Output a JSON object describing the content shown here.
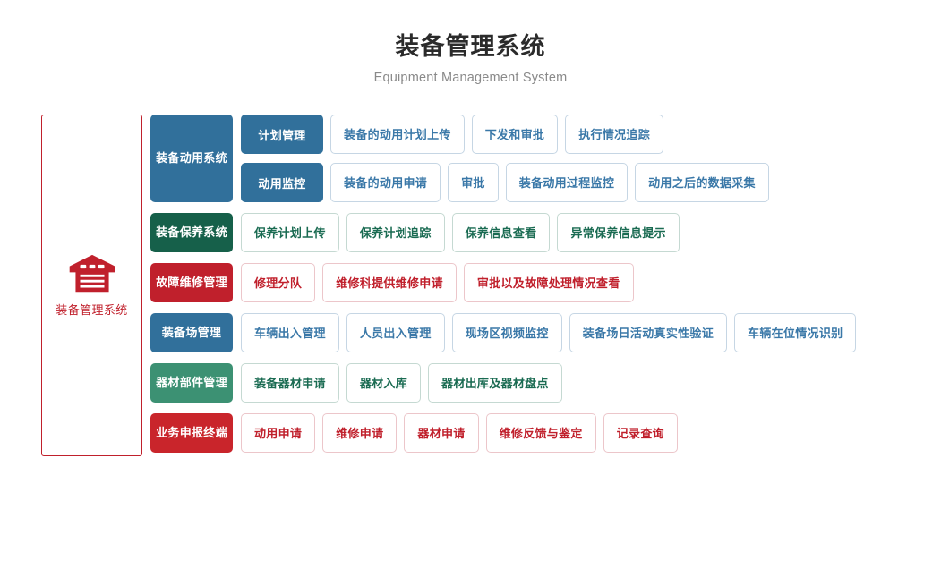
{
  "header": {
    "title": "装备管理系统",
    "subtitle": "Equipment Management System"
  },
  "root": {
    "label": "装备管理系统",
    "icon": "warehouse-icon",
    "color": "#c0202c"
  },
  "colors": {
    "blue": "#31709b",
    "green_dark": "#16604a",
    "green_mid": "#3c9173",
    "red_dark": "#c0202c",
    "red_bright": "#c9252b",
    "leaf_blue_text": "#3a78a8",
    "leaf_green_text": "#1a6b52",
    "leaf_red_text": "#c0202c"
  },
  "rows": [
    {
      "category": "装备动用系统",
      "theme": "blue",
      "subrows": [
        {
          "subcategory": "计划管理",
          "leaves": [
            "装备的动用计划上传",
            "下发和审批",
            "执行情况追踪"
          ]
        },
        {
          "subcategory": "动用监控",
          "leaves": [
            "装备的动用申请",
            "审批",
            "装备动用过程监控",
            "动用之后的数据采集"
          ]
        }
      ]
    },
    {
      "category": "装备保养系统",
      "theme": "green-dark",
      "subrows": [
        {
          "subcategory": null,
          "leaves": [
            "保养计划上传",
            "保养计划追踪",
            "保养信息查看",
            "异常保养信息提示"
          ]
        }
      ]
    },
    {
      "category": "故障维修管理",
      "theme": "red-dark",
      "subrows": [
        {
          "subcategory": null,
          "leaves": [
            "修理分队",
            "维修科提供维修申请",
            "审批以及故障处理情况查看"
          ]
        }
      ]
    },
    {
      "category": "装备场管理",
      "theme": "blue",
      "subrows": [
        {
          "subcategory": null,
          "leaves": [
            "车辆出入管理",
            "人员出入管理",
            "现场区视频监控",
            "装备场日活动真实性验证",
            "车辆在位情况识别"
          ]
        }
      ]
    },
    {
      "category": "器材部件管理",
      "theme": "green-mid",
      "subrows": [
        {
          "subcategory": null,
          "leaves": [
            "装备器材申请",
            "器材入库",
            "器材出库及器材盘点"
          ]
        }
      ]
    },
    {
      "category": "业务申报终端",
      "theme": "red-bright",
      "subrows": [
        {
          "subcategory": null,
          "leaves": [
            "动用申请",
            "维修申请",
            "器材申请",
            "维修反馈与鉴定",
            "记录查询"
          ]
        }
      ]
    }
  ]
}
